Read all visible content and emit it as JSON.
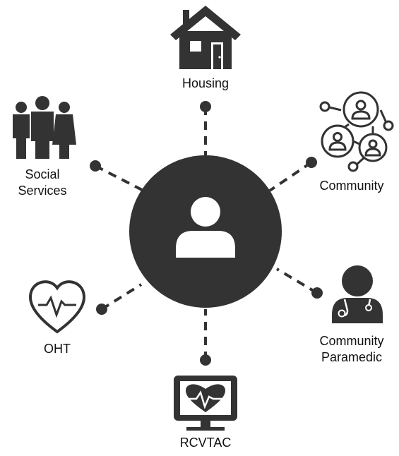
{
  "nodes": {
    "housing": {
      "label": "Housing",
      "icon": "house-icon"
    },
    "community": {
      "label": "Community",
      "icon": "community-network-icon"
    },
    "paramedic": {
      "label_line1": "Community",
      "label_line2": "Paramedic",
      "icon": "paramedic-icon"
    },
    "rcvtac": {
      "label": "RCVTAC",
      "icon": "monitor-heart-icon"
    },
    "oht": {
      "label": "OHT",
      "icon": "heart-pulse-icon"
    },
    "social": {
      "label_line1": "Social",
      "label_line2": "Services",
      "icon": "people-group-icon"
    }
  },
  "center": {
    "icon": "person-icon"
  },
  "colors": {
    "dark": "#333333",
    "text": "#111111",
    "background": "#ffffff"
  }
}
